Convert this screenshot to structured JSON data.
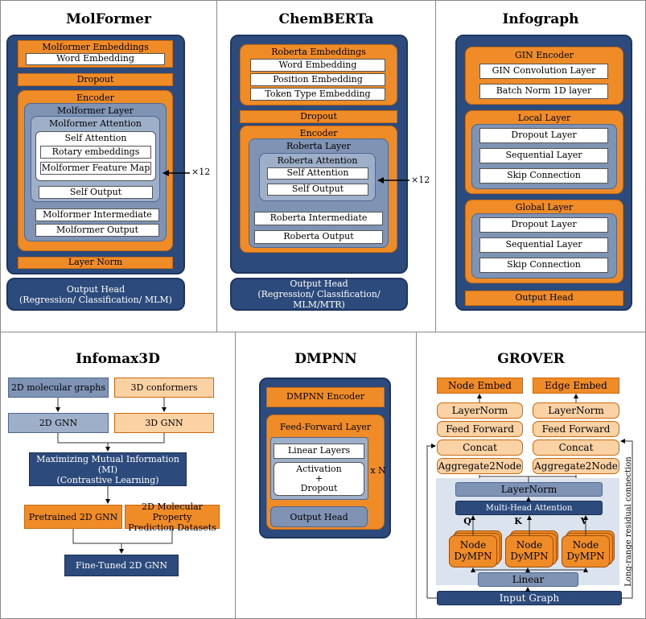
{
  "molformer": {
    "title": "MolFormer",
    "embeddings": "Molformer Embeddings",
    "word_embedding": "Word Embedding",
    "dropout": "Dropout",
    "encoder": "Encoder",
    "layer": "Molformer  Layer",
    "attention": "Molformer Attention",
    "self_attention": "Self Attention",
    "rotary": "Rotary embeddings",
    "feature_map": "Molformer Feature Map",
    "self_output": "Self Output",
    "intermediate": "Molformer Intermediate",
    "output": "Molformer Output",
    "repeat": "×12",
    "layer_norm": "Layer Norm",
    "head_line1": "Output Head",
    "head_line2": "(Regression/ Classification/ MLM)"
  },
  "chemberta": {
    "title": "ChemBERTa",
    "embeddings": "Roberta Embeddings",
    "word_embedding": "Word Embedding",
    "position_embedding": "Position Embedding",
    "token_type_embedding": "Token Type Embedding",
    "dropout": "Dropout",
    "encoder": "Encoder",
    "layer": "Roberta Layer",
    "attention": "Roberta Attention",
    "self_attention": "Self Attention",
    "self_output": "Self Output",
    "repeat": "×12",
    "intermediate": "Roberta Intermediate",
    "output": "Roberta Output",
    "head_line1": "Output Head",
    "head_line2": "(Regression/ Classification/ MLM/MTR)"
  },
  "infograph": {
    "title": "Infograph",
    "gin_encoder": "GIN Encoder",
    "gin_conv": "GIN Convolution Layer",
    "batch_norm": "Batch Norm 1D layer",
    "local_layer": "Local Layer",
    "local_items": [
      "Dropout Layer",
      "Sequential Layer",
      "Skip Connection"
    ],
    "global_layer": "Global Layer",
    "global_items": [
      "Dropout Layer",
      "Sequential Layer",
      "Skip Connection"
    ],
    "output_head": "Output Head"
  },
  "infomax": {
    "title": "Infomax3D",
    "mol_graphs": "2D molecular graphs",
    "conformers": "3D conformers",
    "gnn2d": "2D GNN",
    "gnn3d": "3D GNN",
    "mi_line1": "Maximizing Mutual Information (MI)",
    "mi_line2": "(Contrastive Learning)",
    "pretrained": "Pretrained 2D GNN",
    "datasets_line1": "2D Molecular Property",
    "datasets_line2": "Prediction Datasets",
    "finetuned": "Fine-Tuned 2D GNN"
  },
  "dmpnn": {
    "title": "DMPNN",
    "encoder": "DMPNN Encoder",
    "ff_layer": "Feed-Forward Layer",
    "linear": "Linear Layers",
    "activation": "Activation",
    "plus": "+",
    "dropout": "Dropout",
    "repeat": "x N",
    "output_head": "Output Head"
  },
  "grover": {
    "title": "GROVER",
    "node_embed": "Node Embed",
    "edge_embed": "Edge Embed",
    "layer_norm": "LayerNorm",
    "feed_forward": "Feed Forward",
    "concat": "Concat",
    "aggregate": "Aggregate2Node",
    "inner_layer_norm": "LayerNorm",
    "mha": "Multi-Head Attention",
    "q": "Q",
    "k": "K",
    "v": "V",
    "node": "Node",
    "dympn": "DyMPN",
    "linear": "Linear",
    "input_graph": "Input Graph",
    "residual": "Long-range residual connection"
  },
  "colors": {
    "navy": "#2c4a7c",
    "orange": "#f08c28",
    "light_orange": "#fbd2a4",
    "slate": "#7f93b5",
    "light_slate": "#9eafc9",
    "grover_bg": "#dbe3ee"
  }
}
